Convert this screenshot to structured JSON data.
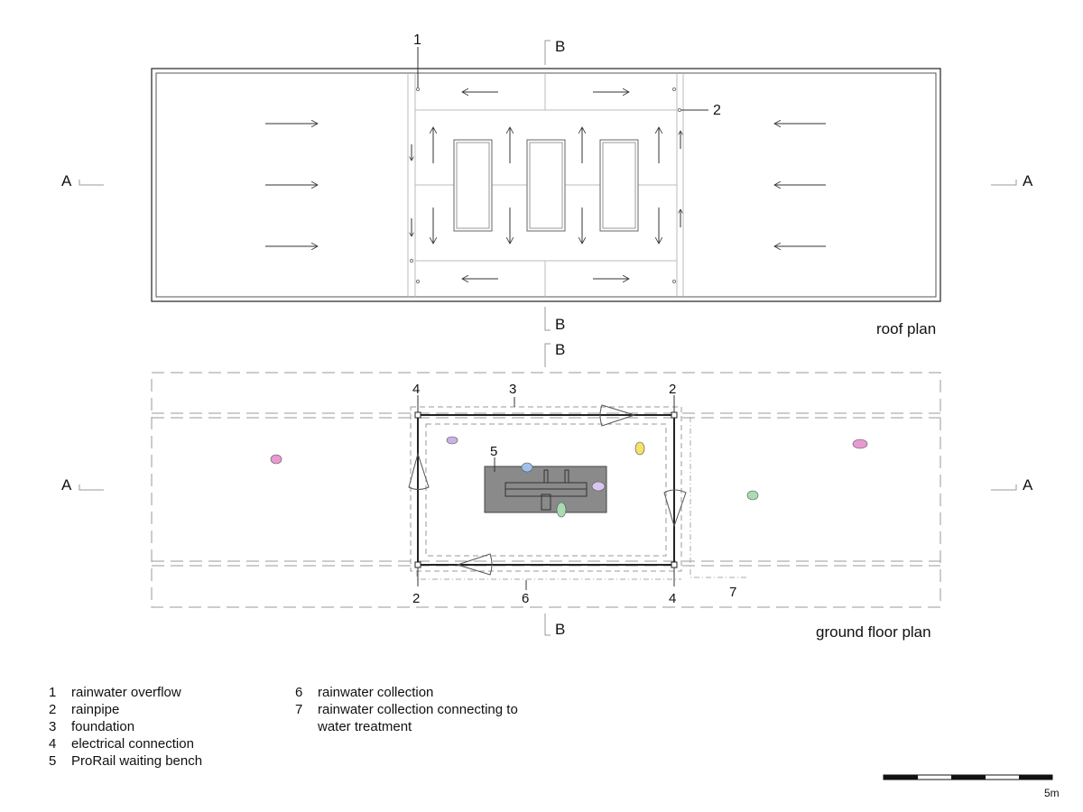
{
  "roof_plan": {
    "title": "roof plan",
    "callouts": [
      {
        "num": "1"
      },
      {
        "num": "2"
      }
    ],
    "section_marks": {
      "a_left": "A",
      "a_right": "A",
      "b_top": "B",
      "b_bottom": "B"
    }
  },
  "ground_floor_plan": {
    "title": "ground floor plan",
    "callouts": [
      {
        "num": "4",
        "pos": "top-left"
      },
      {
        "num": "3",
        "pos": "top"
      },
      {
        "num": "2",
        "pos": "top-right"
      },
      {
        "num": "5",
        "pos": "bench"
      },
      {
        "num": "2",
        "pos": "bottom-left"
      },
      {
        "num": "6",
        "pos": "bottom"
      },
      {
        "num": "4",
        "pos": "bottom-right"
      },
      {
        "num": "7",
        "pos": "far-bottom-right"
      }
    ],
    "section_marks": {
      "a_left": "A",
      "a_right": "A",
      "b_top": "B",
      "b_bottom": "B"
    },
    "people_colors": {
      "pink": "#e79ad0",
      "purple": "#c9b2e6",
      "yellow": "#f2e36a",
      "blue": "#9ec3ea",
      "green": "#a8dcb2"
    }
  },
  "legend": {
    "left": [
      {
        "num": "1",
        "text": "rainwater overflow"
      },
      {
        "num": "2",
        "text": "rainpipe"
      },
      {
        "num": "3",
        "text": "foundation"
      },
      {
        "num": "4",
        "text": "electrical connection"
      },
      {
        "num": "5",
        "text": "ProRail waiting bench"
      }
    ],
    "right": [
      {
        "num": "6",
        "text": "rainwater collection"
      },
      {
        "num": "7",
        "text": "rainwater collection connecting to"
      },
      {
        "num": "",
        "text": "water treatment"
      }
    ]
  },
  "scale_bar": {
    "label": "5m"
  }
}
